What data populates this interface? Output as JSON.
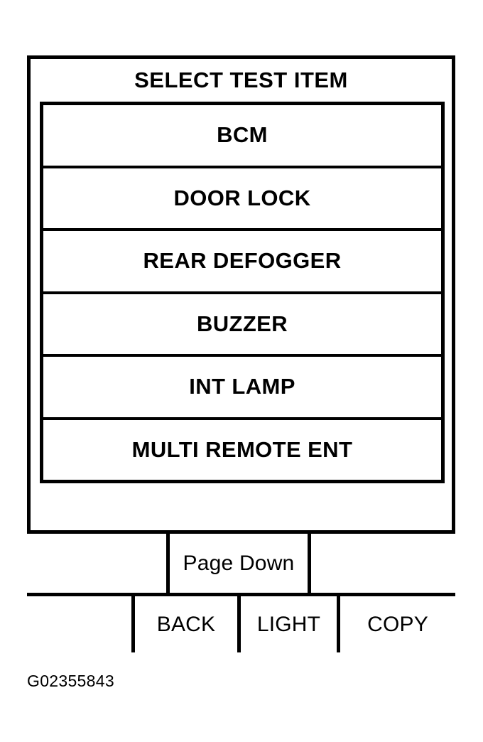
{
  "figure": {
    "caption": "G02355843"
  },
  "device": {
    "screen": {
      "title": "SELECT TEST ITEM",
      "menu_items": [
        {
          "label": "BCM"
        },
        {
          "label": "DOOR LOCK"
        },
        {
          "label": "REAR DEFOGGER"
        },
        {
          "label": "BUZZER"
        },
        {
          "label": "INT LAMP"
        },
        {
          "label": "MULTI REMOTE ENT"
        }
      ]
    },
    "softkeys": {
      "page_row": [
        {
          "label": ""
        },
        {
          "label": "Page Down"
        },
        {
          "label": ""
        }
      ],
      "action_row": [
        {
          "label": ""
        },
        {
          "label": "BACK"
        },
        {
          "label": "LIGHT"
        },
        {
          "label": "COPY"
        }
      ]
    }
  },
  "colors": {
    "ink": "#000000",
    "background": "#ffffff"
  }
}
